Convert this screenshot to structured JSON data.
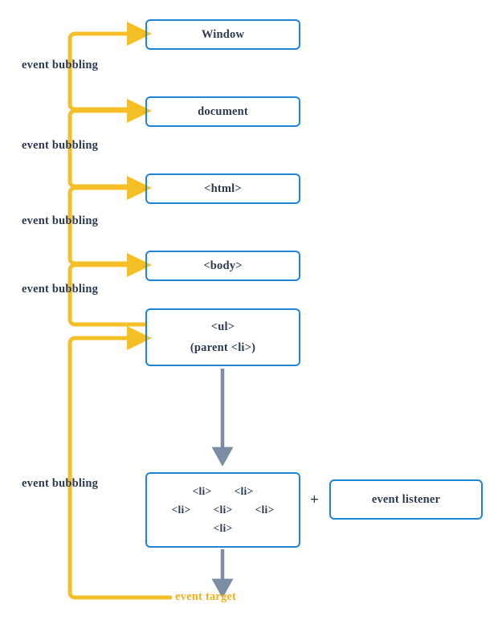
{
  "diagram": {
    "title": "event bubbling",
    "colors": {
      "box_border": "#1f84d6",
      "text": "#2d3b4e",
      "bubbling_arrow": "#f5bf28",
      "event_target_text": "#f0b21c",
      "flow_arrow": "#7a8da3",
      "background": "#ffffff"
    }
  },
  "nodes": [
    {
      "id": "window",
      "label": "Window"
    },
    {
      "id": "document",
      "label": "document"
    },
    {
      "id": "html",
      "label": "<html>"
    },
    {
      "id": "body",
      "label": "<body>"
    },
    {
      "id": "ul",
      "label_line1": "<ul>",
      "label_line2": "(parent <li>)"
    },
    {
      "id": "li-group",
      "rows": [
        [
          "<li>",
          "<li>"
        ],
        [
          "<li>",
          "<li>",
          "<li>"
        ],
        [
          "<li>"
        ]
      ]
    },
    {
      "id": "event-listener",
      "label": "event listener"
    }
  ],
  "bubbling_labels": [
    {
      "text": "event bubbling"
    },
    {
      "text": "event bubbling"
    },
    {
      "text": "event bubbling"
    },
    {
      "text": "event bubbling"
    },
    {
      "text": "event bubbling"
    }
  ],
  "event_target": {
    "label": "event target"
  },
  "plus": {
    "symbol": "+"
  }
}
